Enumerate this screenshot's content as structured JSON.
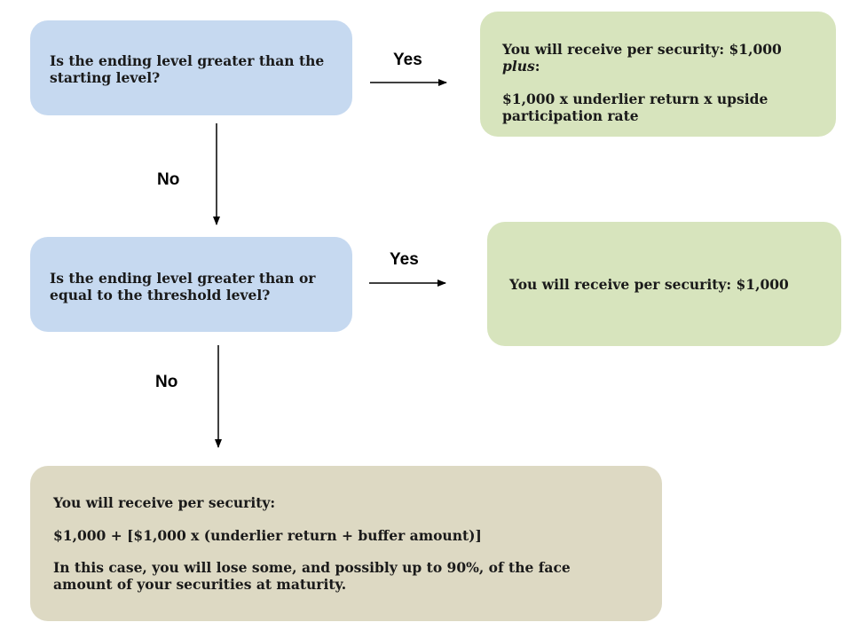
{
  "nodes": {
    "q1": "Is the ending level greater than the starting level?",
    "r1_line1_prefix": "You will receive per security: $1,000 ",
    "r1_line1_em": "plus",
    "r1_line1_suffix": ":",
    "r1_line2": "$1,000 x underlier return x upside participation rate",
    "q2": "Is the ending level greater than or equal to the threshold level?",
    "r2": "You will receive per security: $1,000",
    "r3_line1": "You will receive per security:",
    "r3_line2": "$1,000 + [$1,000 x (underlier return + buffer amount)]",
    "r3_line3": "In this case, you will lose some, and possibly up to 90%, of the face amount of your securities at maturity."
  },
  "edges": {
    "yes1": "Yes",
    "no1": "No",
    "yes2": "Yes",
    "no2": "No"
  },
  "colors": {
    "question": "#c6d9f0",
    "outcome": "#d7e4bd",
    "loss_outcome": "#ddd9c3"
  }
}
